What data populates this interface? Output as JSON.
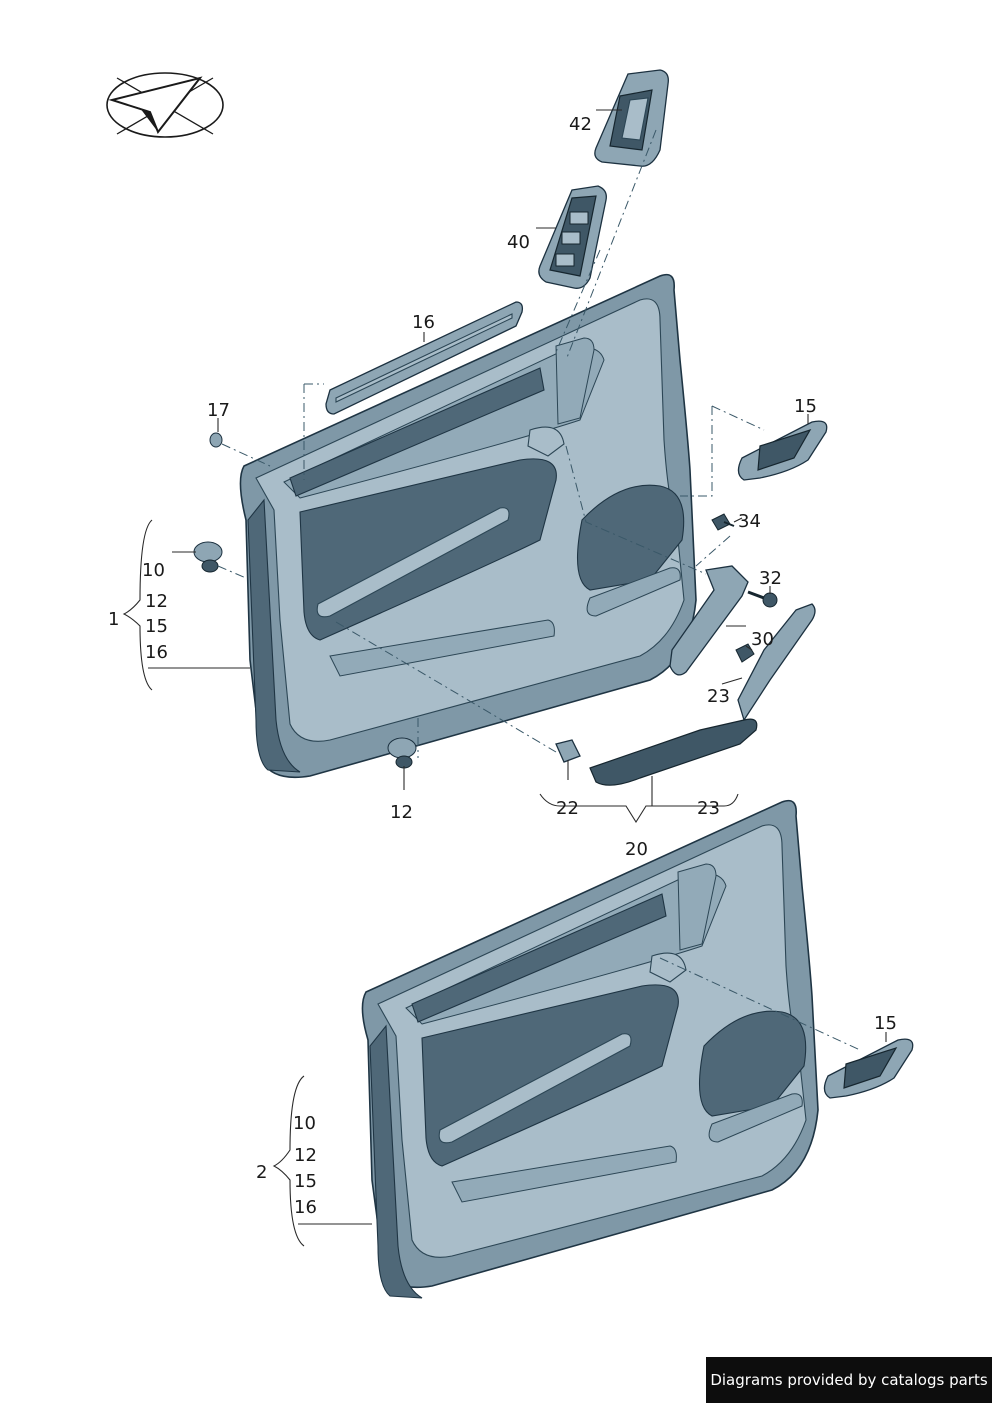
{
  "callouts": {
    "c42": "42",
    "c40": "40",
    "c16a": "16",
    "c17": "17",
    "c15a": "15",
    "c34": "34",
    "c32": "32",
    "c30": "30",
    "c23a": "23",
    "c1": "1",
    "c10a": "10",
    "c12a": "12",
    "c15b": "15",
    "c16b": "16",
    "c12b": "12",
    "c22": "22",
    "c23b": "23",
    "c20": "20",
    "c15c": "15",
    "c2": "2",
    "c10b": "10",
    "c12c": "12",
    "c15d": "15",
    "c16c": "16"
  },
  "credit": "Diagrams provided by catalogs parts",
  "colors": {
    "panel": "#7f98a7",
    "panel_light": "#a9bdc9",
    "panel_dark": "#4f6878",
    "outline": "#1f3544",
    "credit_bg": "#0d0d0d"
  }
}
